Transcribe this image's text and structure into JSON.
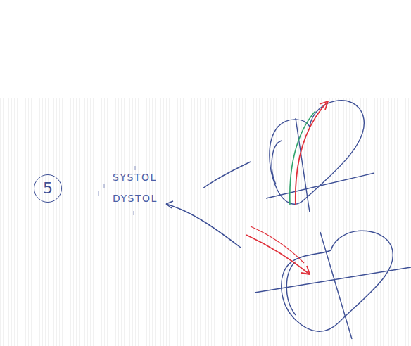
{
  "diagram": {
    "nodes": [
      {
        "text": [
          "5"
        ]
      }
    ],
    "labels": [
      "SYSTOL",
      "DYSTOL"
    ]
  }
}
